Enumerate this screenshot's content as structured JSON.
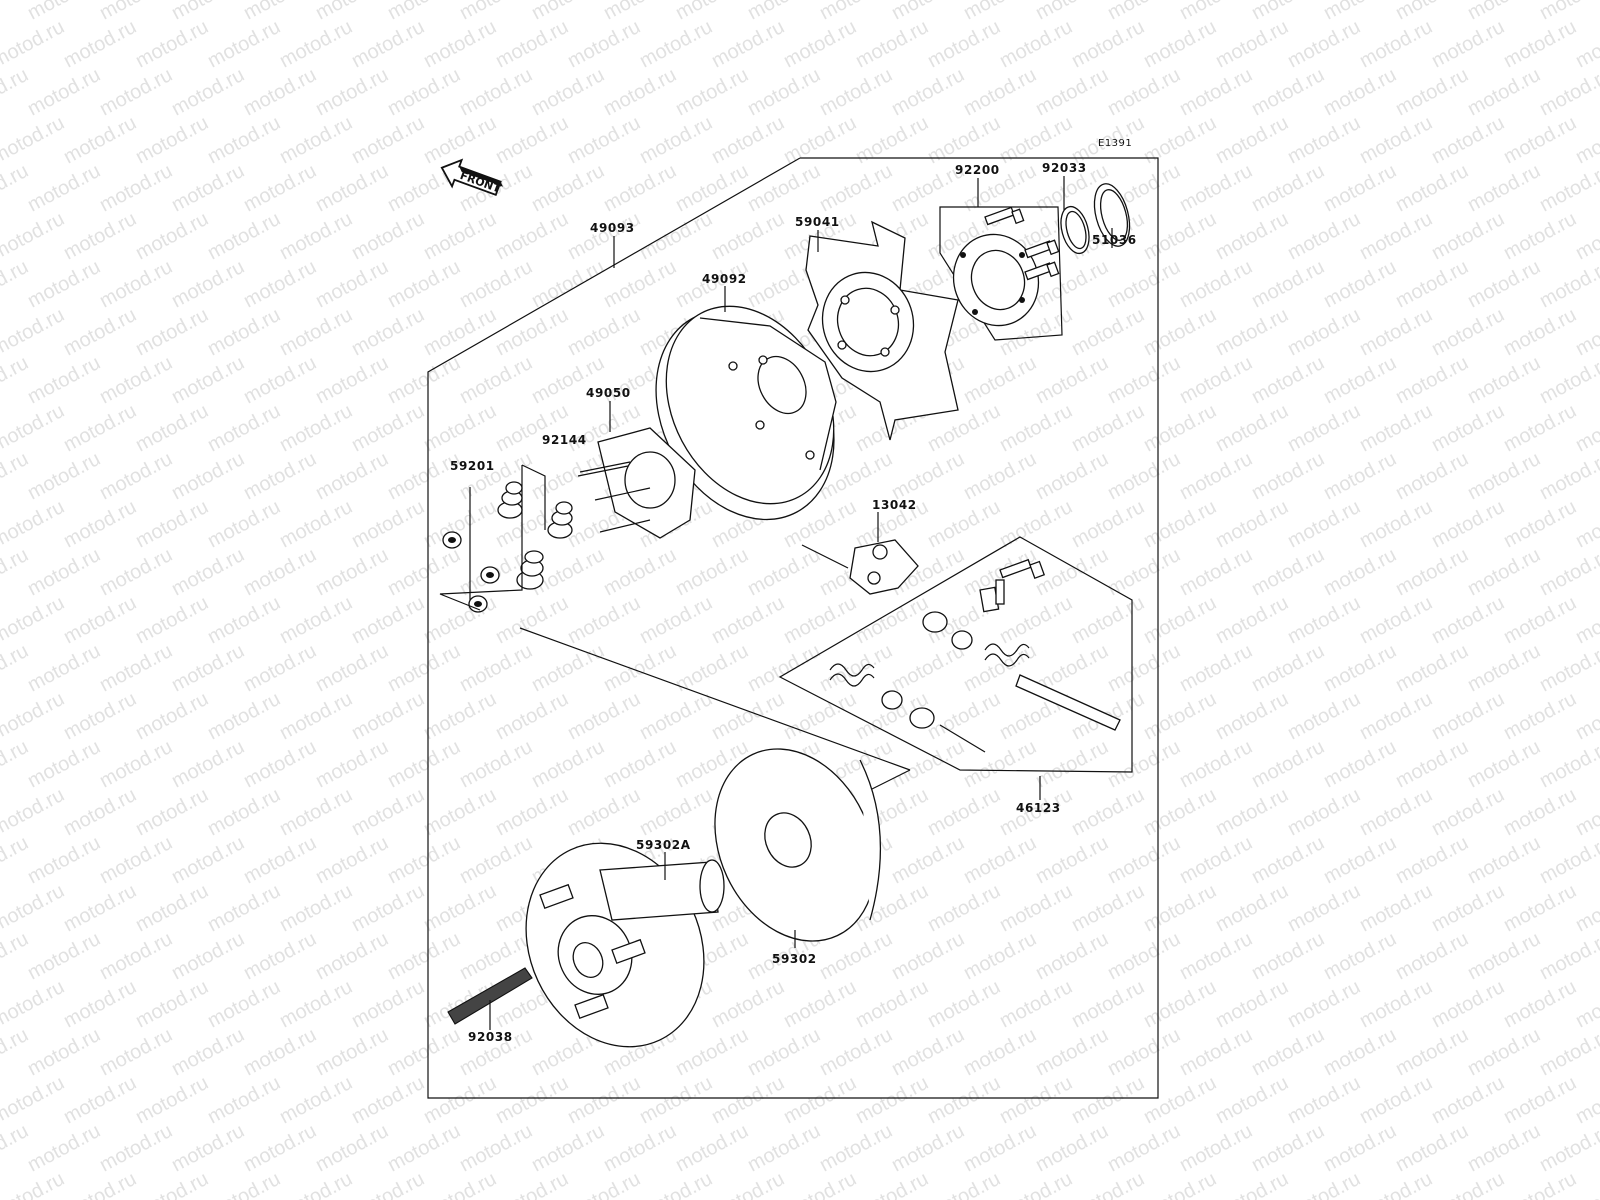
{
  "diagram": {
    "code": "E1391",
    "front_label": "FRONT",
    "watermark": "motod.ru",
    "part_numbers": {
      "p49093": "49093",
      "p49092": "49092",
      "p59041": "59041",
      "p92200": "92200",
      "p92033": "92033",
      "p51036": "51036",
      "p49050": "49050",
      "p92144": "92144",
      "p59201": "59201",
      "p13042": "13042",
      "p46123": "46123",
      "p59302A": "59302A",
      "p59302": "59302",
      "p92038": "92038"
    }
  }
}
